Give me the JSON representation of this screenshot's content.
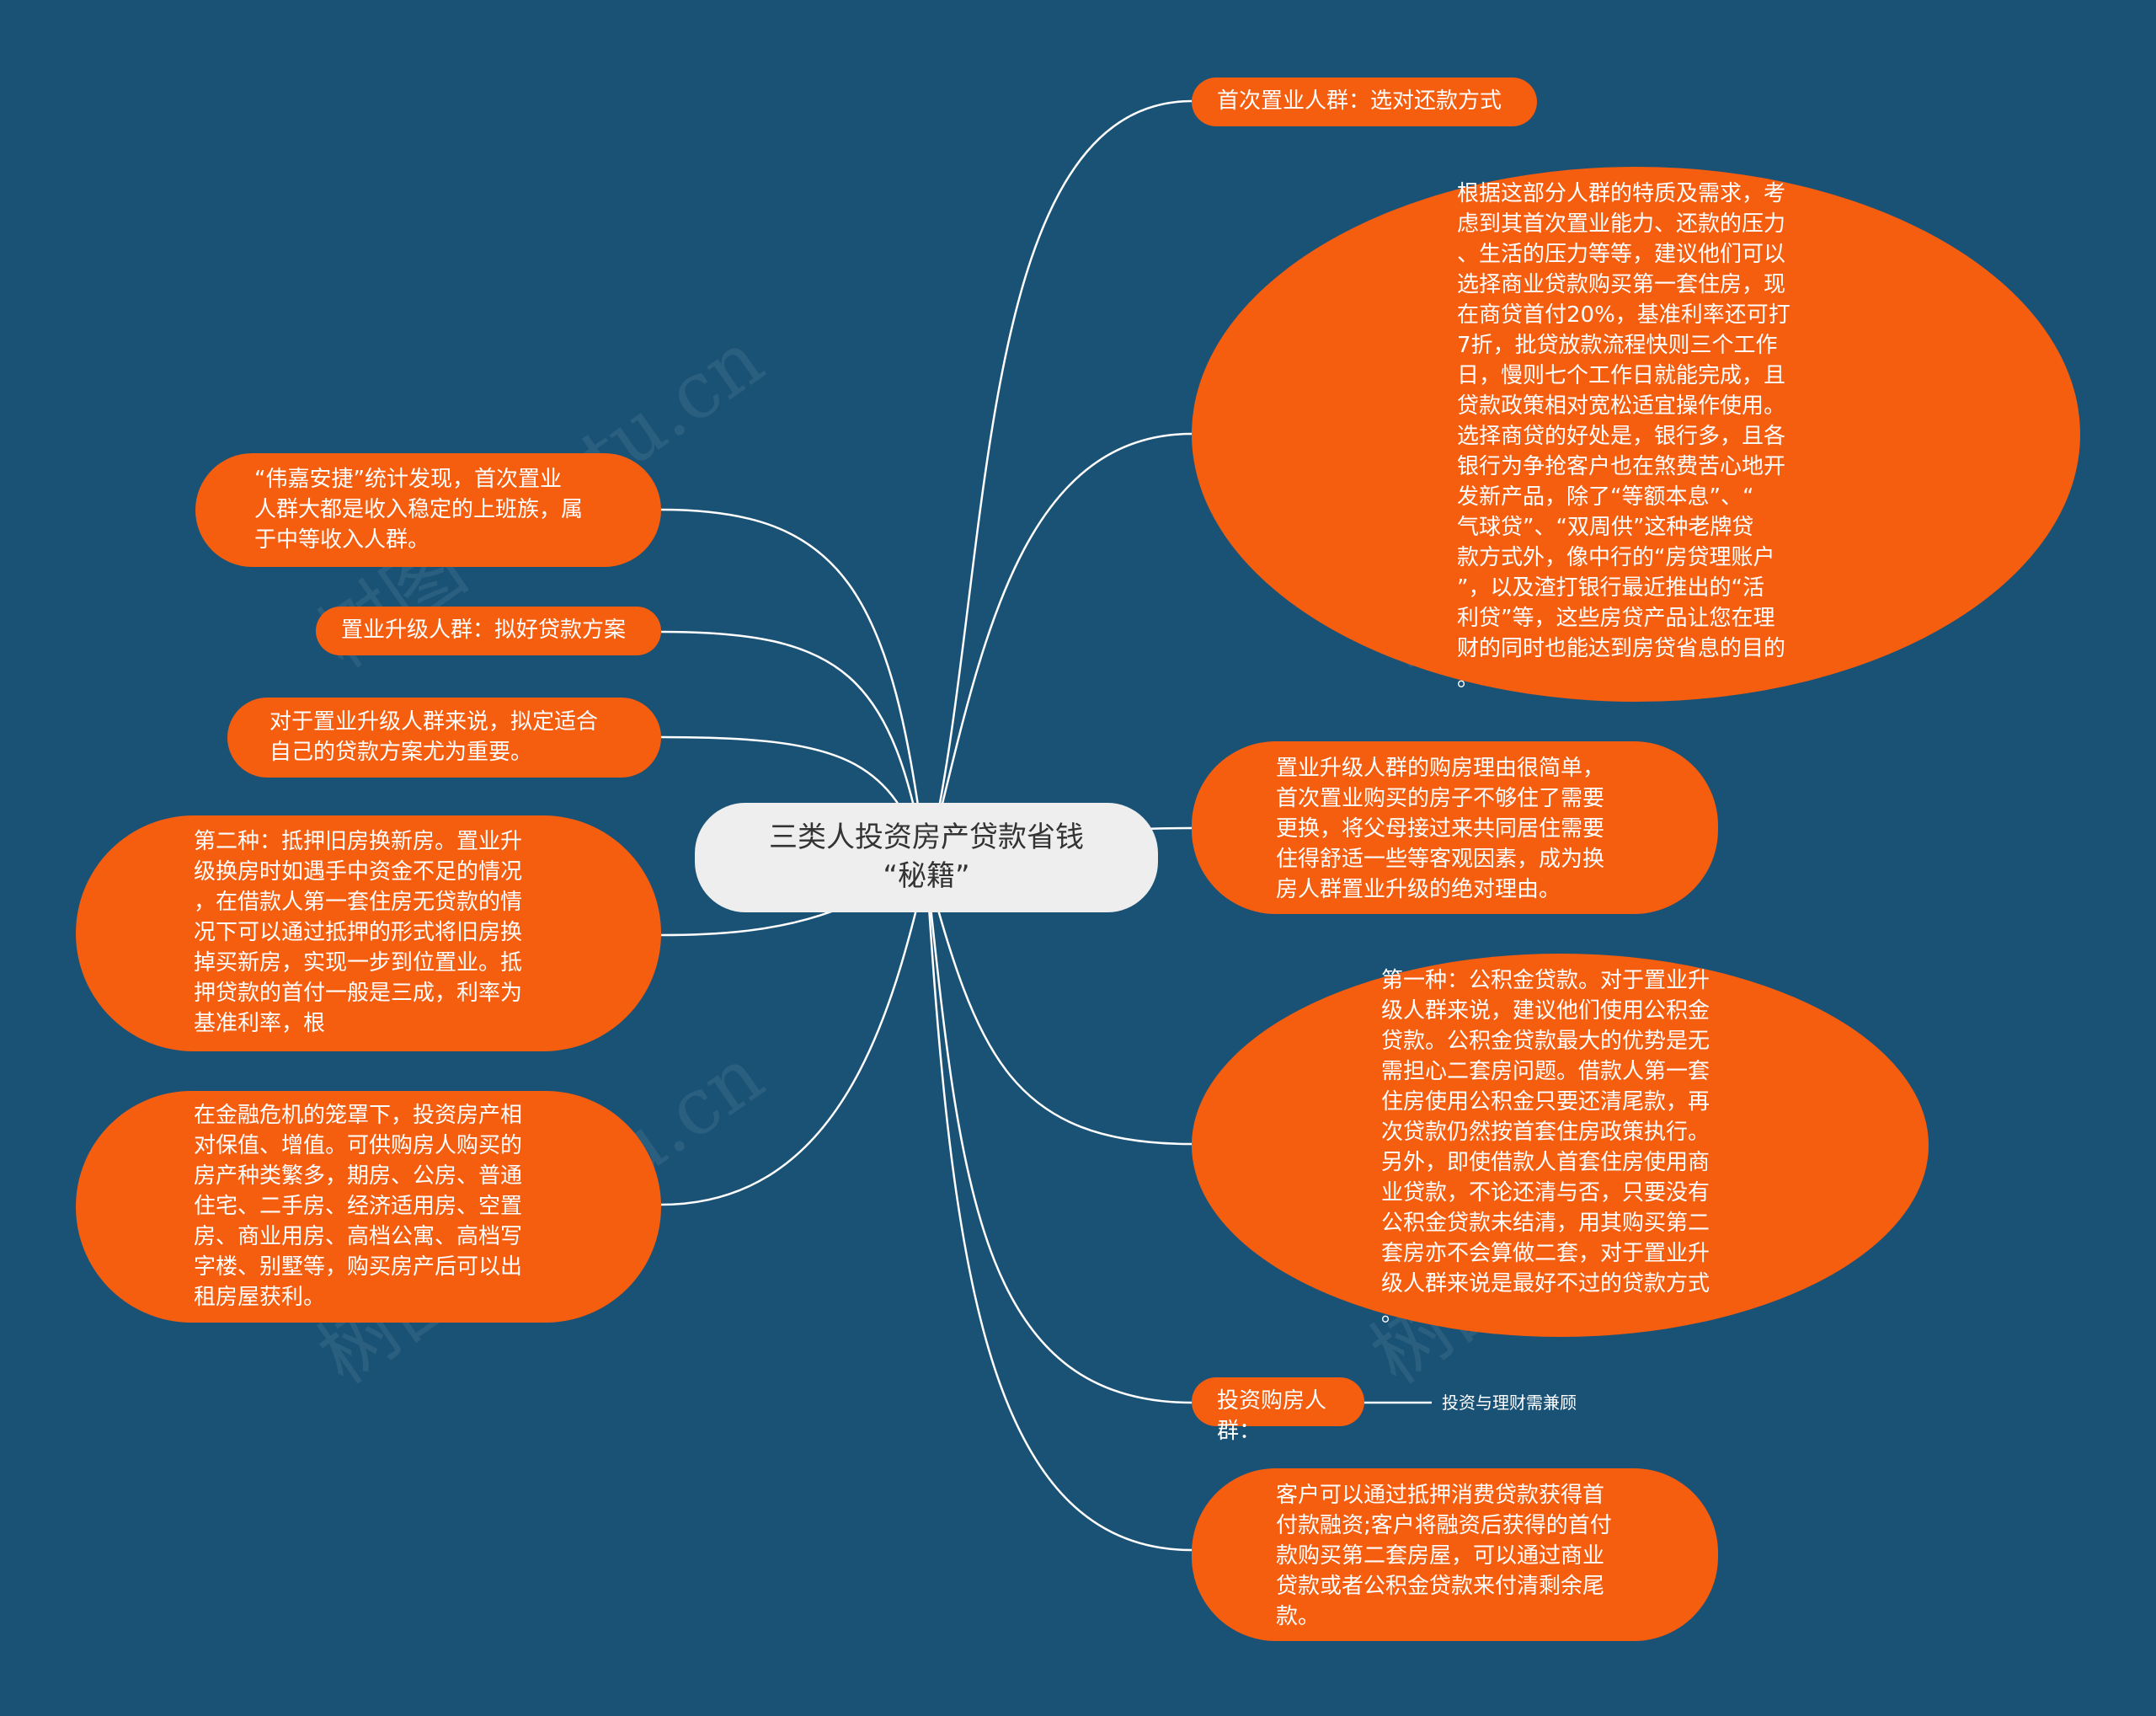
{
  "center": {
    "title": "三类人投资房产贷款省钱\n“秘籍”"
  },
  "watermark": "树图 shutu.cn",
  "nodes": {
    "r1": "首次置业人群：选对还款方式",
    "r2": "根据这部分人群的特质及需求，考\n虑到其首次置业能力、还款的压力\n、生活的压力等等，建议他们可以\n选择商业贷款购买第一套住房，现\n在商贷首付20%，基准利率还可打\n7折，批贷放款流程快则三个工作\n日，慢则七个工作日就能完成，且\n贷款政策相对宽松适宜操作使用。\n选择商贷的好处是，银行多，且各\n银行为争抢客户也在煞费苦心地开\n发新产品，除了“等额本息”、“\n气球贷”、“双周供”这种老牌贷\n款方式外，像中行的“房贷理账户\n”，以及渣打银行最近推出的“活\n利贷”等，这些房贷产品让您在理\n财的同时也能达到房贷省息的目的\n。",
    "r3": "置业升级人群的购房理由很简单，\n首次置业购买的房子不够住了需要\n更换，将父母接过来共同居住需要\n住得舒适一些等客观因素，成为换\n房人群置业升级的绝对理由。",
    "r4": "第一种：公积金贷款。对于置业升\n级人群来说，建议他们使用公积金\n贷款。公积金贷款最大的优势是无\n需担心二套房问题。借款人第一套\n住房使用公积金只要还清尾款，再\n次贷款仍然按首套住房政策执行。\n另外，即使借款人首套住房使用商\n业贷款，不论还清与否，只要没有\n公积金贷款未结清，用其购买第二\n套房亦不会算做二套，对于置业升\n级人群来说是最好不过的贷款方式\n。",
    "r5": "投资购房人群：",
    "r5_child": "投资与理财需兼顾",
    "r6": "客户可以通过抵押消费贷款获得首\n付款融资;客户将融资后获得的首付\n款购买第二套房屋，可以通过商业\n贷款或者公积金贷款来付清剩余尾\n款。",
    "l1": "“伟嘉安捷”统计发现，首次置业\n人群大都是收入稳定的上班族，属\n于中等收入人群。",
    "l2": "置业升级人群：拟好贷款方案",
    "l3": "对于置业升级人群来说，拟定适合\n自己的贷款方案尤为重要。",
    "l4": "第二种：抵押旧房换新房。置业升\n级换房时如遇手中资金不足的情况\n，在借款人第一套住房无贷款的情\n况下可以通过抵押的形式将旧房换\n掉买新房，实现一步到位置业。抵\n押贷款的首付一般是三成，利率为\n基准利率，根",
    "l5": "在金融危机的笼罩下，投资房产相\n对保值、增值。可供购房人购买的\n房产种类繁多，期房、公房、普通\n住宅、二手房、经济适用房、空置\n房、商业用房、高档公寓、高档写\n字楼、别墅等，购买房产后可以出\n租房屋获利。"
  },
  "colors": {
    "background": "#1a5276",
    "node": "#f55d0f",
    "center": "#eeeeee",
    "link": "#ffffff"
  }
}
